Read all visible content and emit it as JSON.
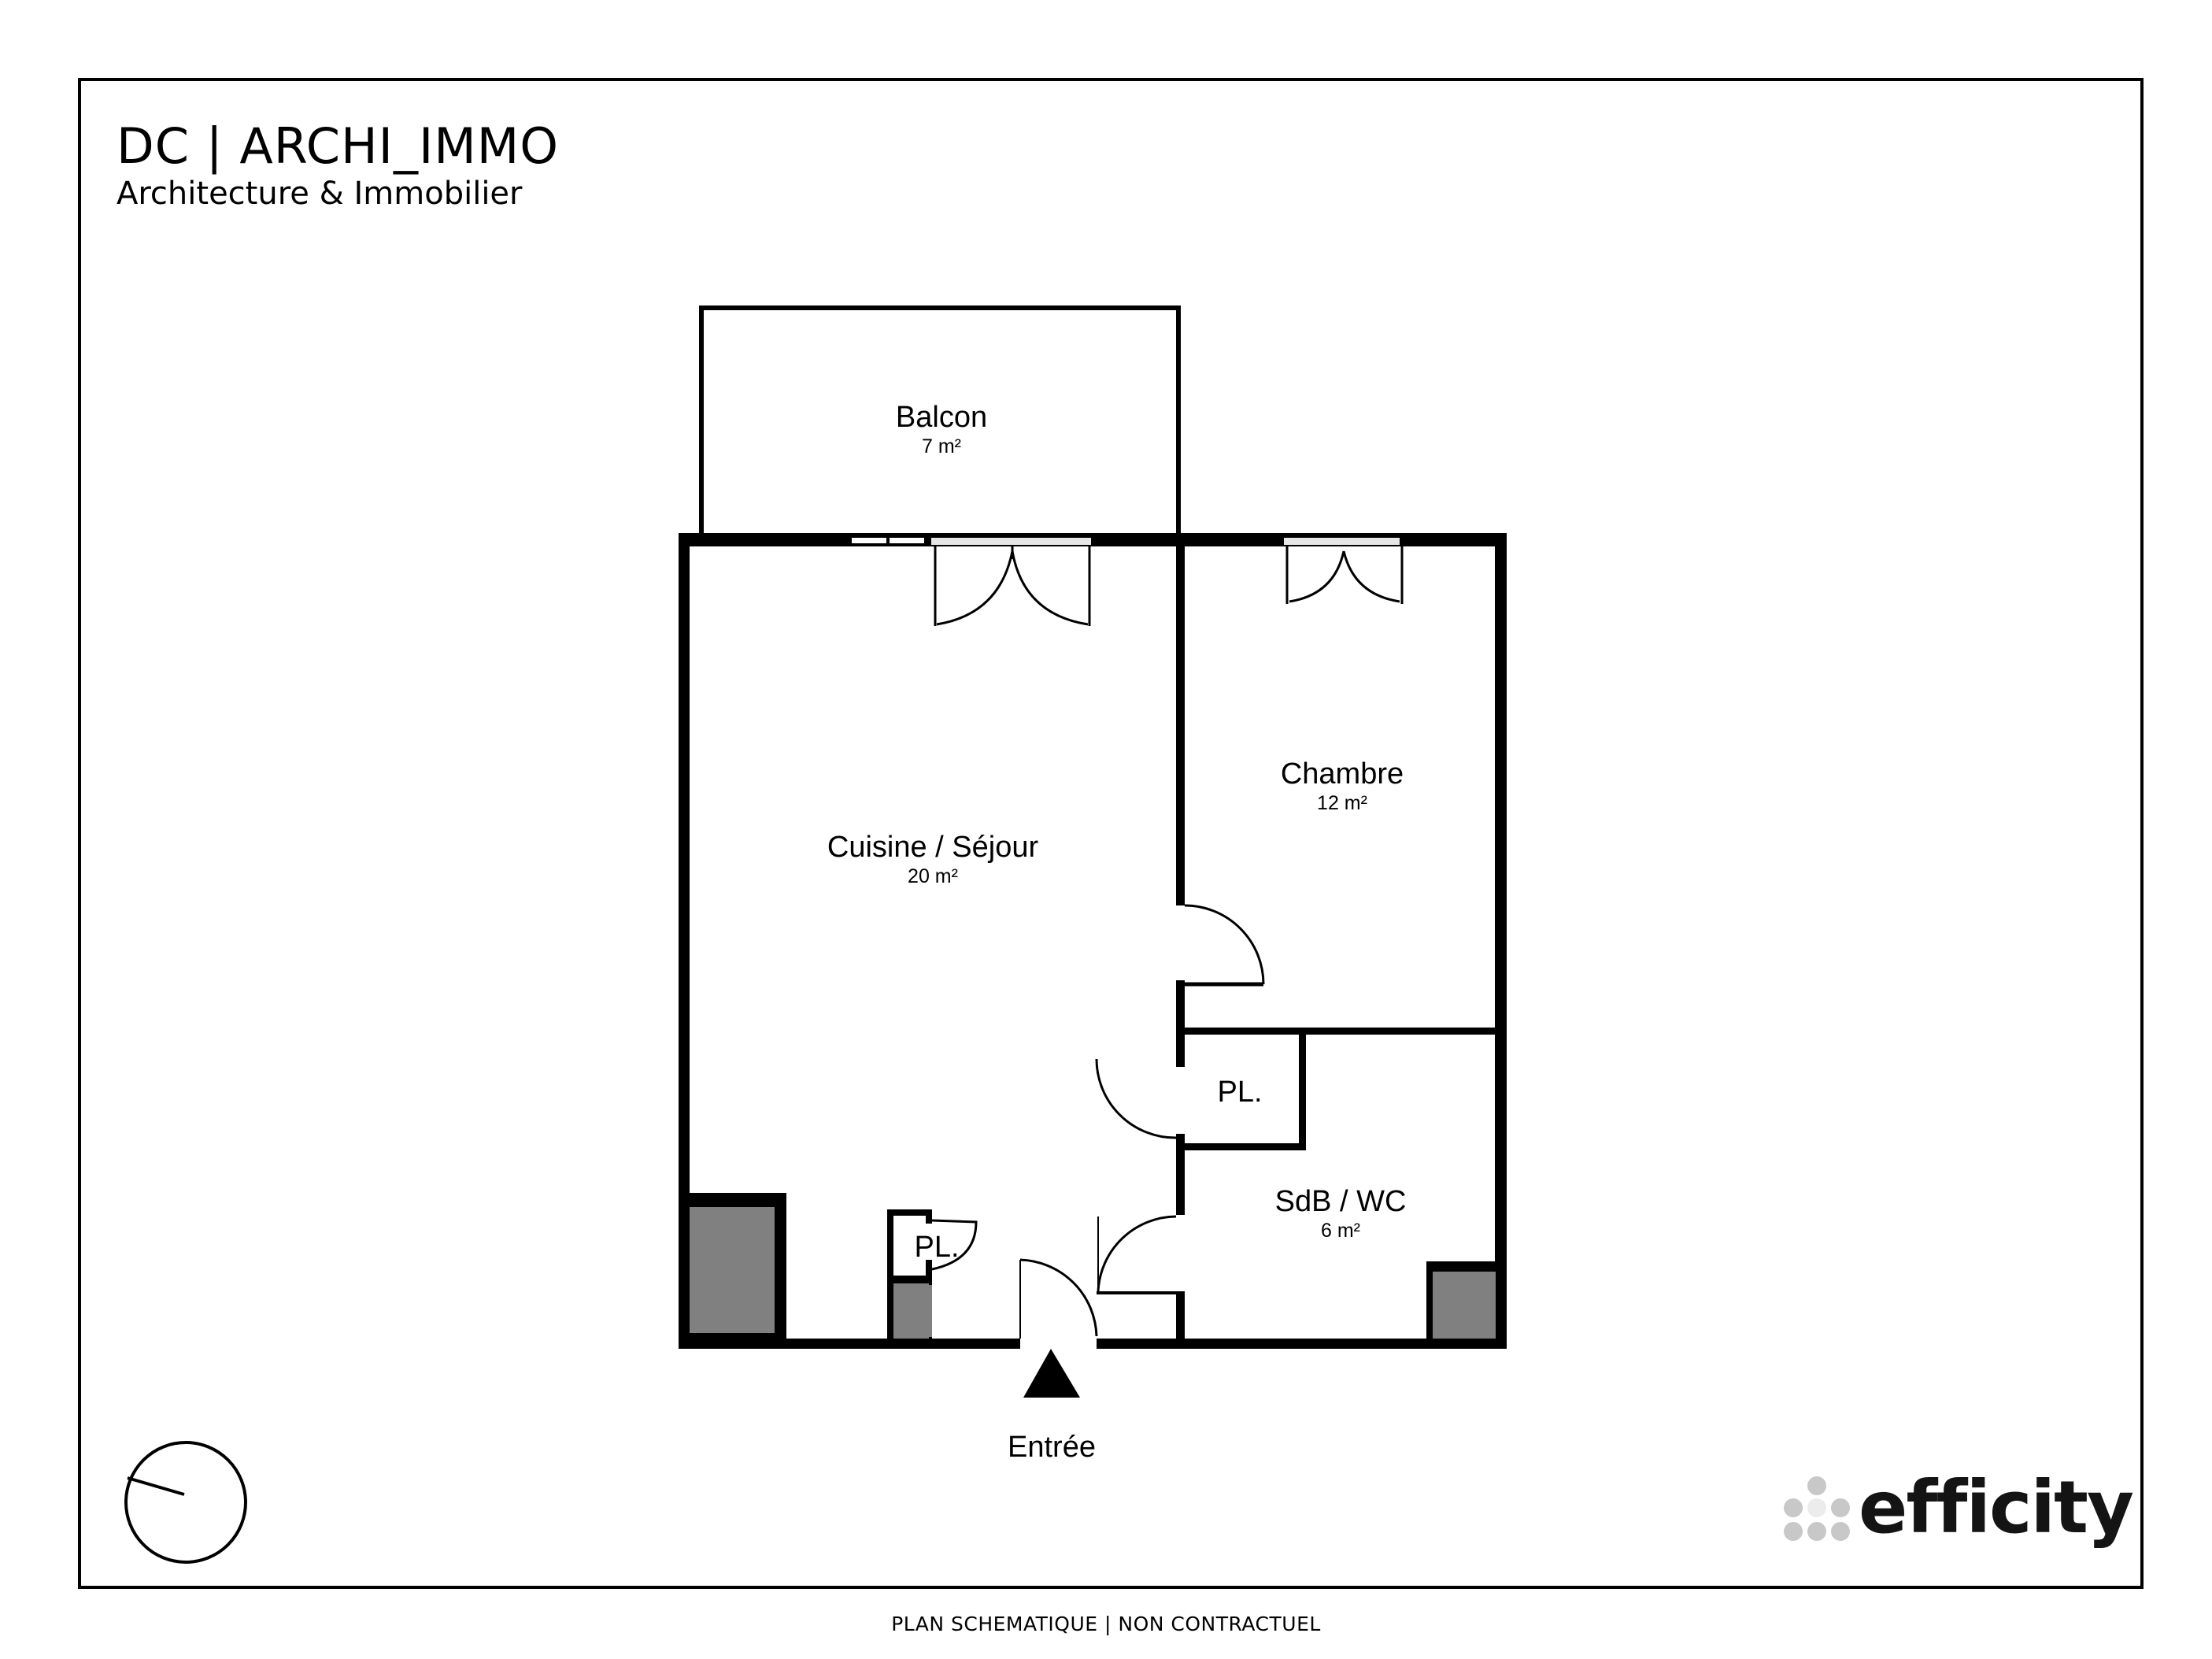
{
  "header": {
    "brand_title": "DC | ARCHI_IMMO",
    "brand_subtitle": "Architecture & Immobilier"
  },
  "rooms": [
    {
      "name": "Balcon",
      "area": "7 m²"
    },
    {
      "name": "Cuisine / Séjour",
      "area": "20 m²"
    },
    {
      "name": "Chambre",
      "area": "12 m²"
    },
    {
      "name": "SdB / WC",
      "area": "6 m²"
    },
    {
      "name": "PL.",
      "area": ""
    },
    {
      "name": "PL.",
      "area": ""
    }
  ],
  "entrance": {
    "label": "Entrée",
    "icon": "entrance-arrow-icon"
  },
  "compass": {
    "icon": "north-indicator-icon"
  },
  "logo": {
    "text": "efficity",
    "icon": "efficity-dots-icon"
  },
  "footer": {
    "disclaimer": "PLAN SCHEMATIQUE | NON CONTRACTUEL"
  },
  "colors": {
    "wall": "#000000",
    "fixture_fill": "#808080",
    "logo_dots": "#c8c8c8",
    "logo_text": "#141414"
  }
}
